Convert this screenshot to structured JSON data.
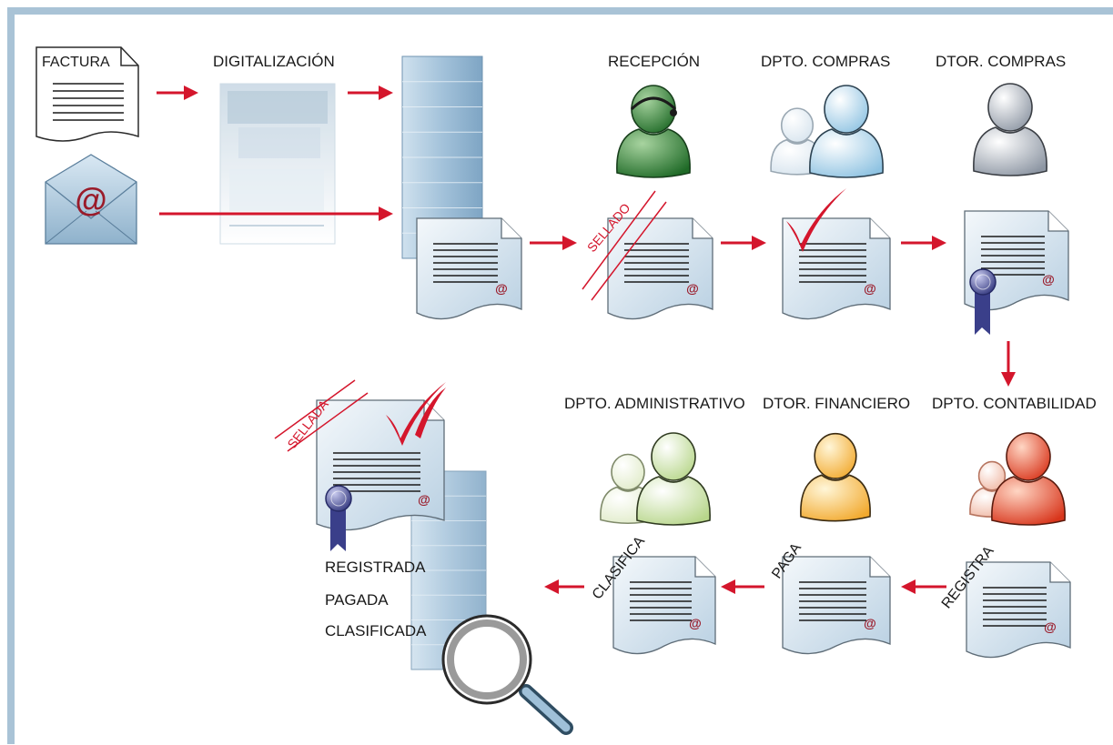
{
  "colors": {
    "frame": "#a9c3d6",
    "arrow": "#d4162c",
    "doc_fill": "#dde9f3",
    "doc_stroke": "#5f6d78",
    "person_reception": "#2f7a33",
    "person_purchasing_dept": "#bcdcee",
    "person_purchasing_director": "#c4cad2",
    "person_accounting": "#e8552b",
    "person_finance_director": "#f6c54e",
    "person_administration": "#d3e6a6",
    "ribbon": "#3a3f8a",
    "server": "#a7c5dc"
  },
  "icons": [
    "invoice-paper-icon",
    "email-envelope-icon",
    "scanner-copier-icon",
    "server-tower-icon",
    "person-headset-icon",
    "person-group-icon",
    "person-icon",
    "digital-invoice-icon",
    "checkmark-icon",
    "seal-ribbon-icon",
    "magnifier-icon"
  ],
  "input": {
    "invoice_label": "FACTURA",
    "email_symbol": "@"
  },
  "steps": {
    "digitalization": "DIGITALIZACIÓN",
    "reception": "RECEPCIÓN",
    "purchasing_dept": "DPTO. COMPRAS",
    "purchasing_director": "DTOR. COMPRAS",
    "accounting_dept": "DPTO. CONTABILIDAD",
    "finance_director": "DTOR. FINANCIERO",
    "administration_dept": "DPTO. ADMINISTRATIVO"
  },
  "stamps": {
    "sealed": "SELLADO",
    "sealed_final": "SELLADA"
  },
  "actions": {
    "register": "REGISTRA",
    "pay": "PAGA",
    "classify": "CLASIFICA"
  },
  "doc_symbol": "@",
  "final_status": [
    "REGISTRADA",
    "PAGADA",
    "CLASIFICADA"
  ]
}
